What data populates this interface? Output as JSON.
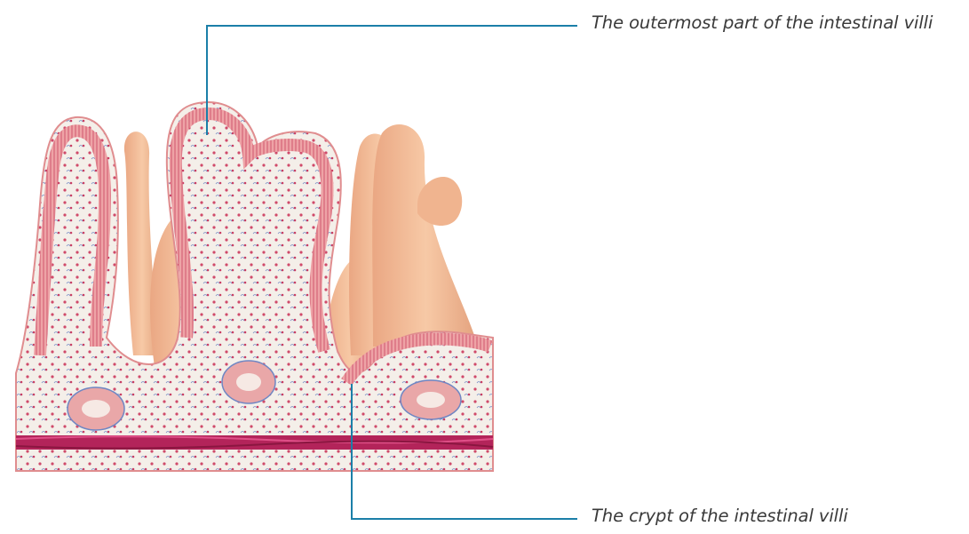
{
  "annotations": {
    "villus_tip": "The outermost part of the intestinal villi",
    "crypt": "The crypt of the intestinal villi"
  },
  "colors": {
    "leader_line": "#1b7fa8",
    "epithelium": "#e8a0a0",
    "stroma": "#f3ede7",
    "muscle_band": "#b3245a",
    "background_villi": "#f2b992"
  },
  "icons": [
    "intestinal-villi-model-image"
  ]
}
